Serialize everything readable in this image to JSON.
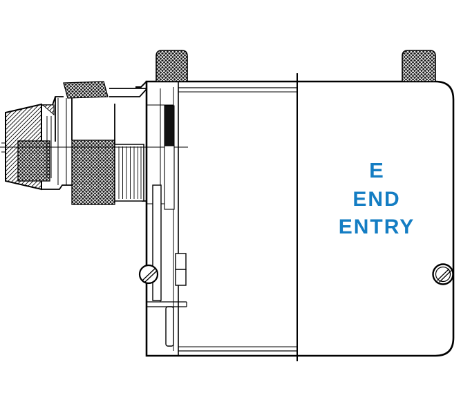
{
  "diagram": {
    "labels": {
      "line1": "E",
      "line2": "END",
      "line3": "ENTRY"
    },
    "colors": {
      "label": "#147dc3",
      "line": "#000000",
      "background": "#ffffff"
    }
  }
}
